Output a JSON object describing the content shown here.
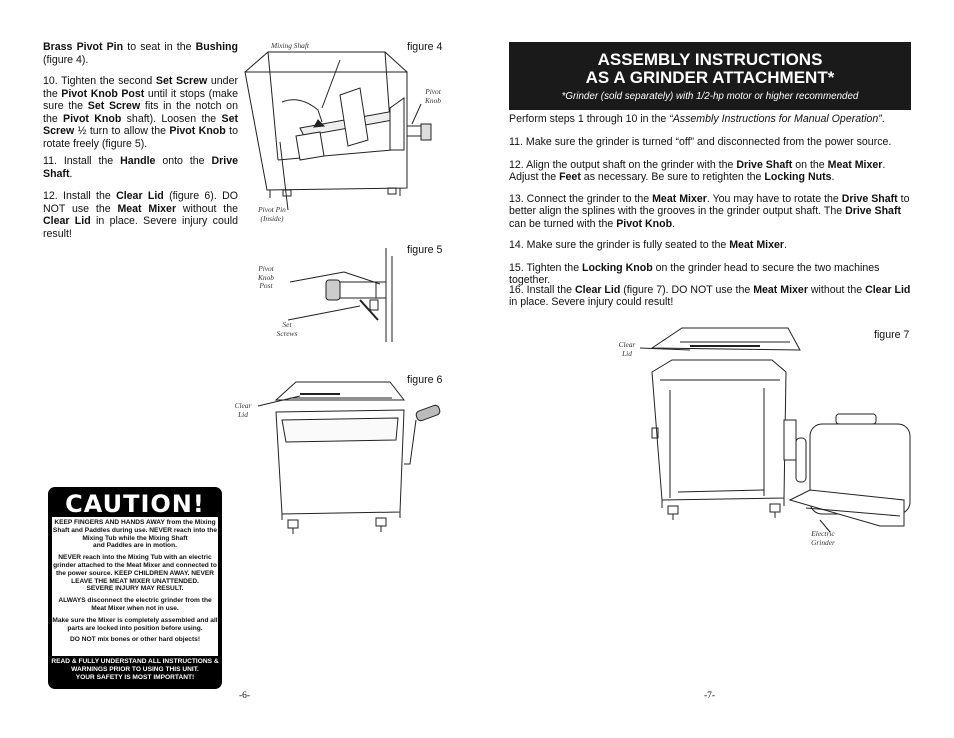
{
  "left": {
    "p1": [
      {
        "t": "Brass Pivot Pin",
        "b": true
      },
      {
        "t": " to seat in the ",
        "b": false
      },
      {
        "t": "Bushing",
        "b": true
      },
      {
        "t": " (figure 4).",
        "b": false
      }
    ],
    "p10": [
      {
        "t": "10.  Tighten the second ",
        "b": false
      },
      {
        "t": "Set Screw",
        "b": true
      },
      {
        "t": " under the ",
        "b": false
      },
      {
        "t": "Pivot Knob Post",
        "b": true
      },
      {
        "t": " until it stops (make sure the ",
        "b": false
      },
      {
        "t": "Set Screw",
        "b": true
      },
      {
        "t": " fits in the notch on the ",
        "b": false
      },
      {
        "t": "Pivot Knob",
        "b": true
      },
      {
        "t": " shaft).  Loosen the ",
        "b": false
      },
      {
        "t": "Set Screw",
        "b": true
      },
      {
        "t": " ½ turn to allow the ",
        "b": false
      },
      {
        "t": "Pivot Knob",
        "b": true
      },
      {
        "t": " to rotate freely (figure 5).",
        "b": false
      }
    ],
    "p11": [
      {
        "t": "11.  Install the ",
        "b": false
      },
      {
        "t": "Handle",
        "b": true
      },
      {
        "t": " onto the ",
        "b": false
      },
      {
        "t": "Drive Shaft",
        "b": true
      },
      {
        "t": ".",
        "b": false
      }
    ],
    "p12": [
      {
        "t": "12. Install the ",
        "b": false
      },
      {
        "t": "Clear Lid",
        "b": true
      },
      {
        "t": " (figure 6).  DO NOT use the ",
        "b": false
      },
      {
        "t": "Meat Mixer",
        "b": true
      },
      {
        "t": " without the ",
        "b": false
      },
      {
        "t": "Clear Lid",
        "b": true
      },
      {
        "t": " in place.  Severe injury could result!",
        "b": false
      }
    ],
    "figure4": {
      "label": "figure 4",
      "mixing_shaft": "Mixing Shaft",
      "pivot_knob": "Pivot\nKnob",
      "pivot_pin": "Pivot Pin\n(Inside)"
    },
    "figure5": {
      "label": "figure 5",
      "pivot_knob_post": "Pivot\nKnob\nPost",
      "set_screws": "Set\nScrews"
    },
    "figure6": {
      "label": "figure 6",
      "clear_lid": "Clear\nLid"
    },
    "caution": {
      "title": "CAUTION!",
      "lines": [
        "KEEP FINGERS AND HANDS AWAY from the Mixing",
        "Shaft and Paddles during use.  NEVER reach into the",
        "Mixing Tub while the Mixing Shaft",
        "and Paddles are in motion.",
        "",
        "NEVER reach into the Mixing Tub with an electric",
        "grinder attached to the Meat Mixer and connected to",
        "the power source.  KEEP CHILDREN AWAY.  NEVER",
        "LEAVE THE MEAT MIXER UNATTENDED.",
        "SEVERE INJURY MAY RESULT.",
        "",
        "ALWAYS disconnect the electric grinder from the",
        "Meat Mixer when not in use.",
        "",
        "Make sure the Mixer is completely assembled and all",
        "parts are locked into position before using.",
        "",
        "DO NOT mix bones or other hard objects!"
      ],
      "footer": [
        "READ & FULLY UNDERSTAND  ALL INSTRUCTIONS &",
        "WARNINGS PRIOR TO USING THIS UNIT.",
        "YOUR SAFETY IS MOST IMPORTANT!"
      ]
    },
    "page_number": "-6-"
  },
  "right": {
    "header_title_1": "ASSEMBLY INSTRUCTIONS",
    "header_title_2": "AS A GRINDER ATTACHMENT*",
    "header_sub": "*Grinder (sold separately) with 1/2-hp motor or higher recommended",
    "intro": [
      {
        "t": "Perform steps 1 through 10 in the ",
        "b": false
      },
      {
        "t": "“Assembly Instructions for Manual Operation”",
        "i": true
      },
      {
        "t": ".",
        "b": false
      }
    ],
    "s11": [
      {
        "t": "11.  Make sure the grinder is turned “off” and disconnected from the power source.",
        "b": false
      }
    ],
    "s12": [
      {
        "t": "12.  Align the output shaft on the grinder with the ",
        "b": false
      },
      {
        "t": "Drive Shaft",
        "b": true
      },
      {
        "t": " on the ",
        "b": false
      },
      {
        "t": "Meat Mixer",
        "b": true
      },
      {
        "t": ".  Adjust the ",
        "b": false
      },
      {
        "t": "Feet",
        "b": true
      },
      {
        "t": " as necessary.  Be sure to retighten the ",
        "b": false
      },
      {
        "t": "Locking Nuts",
        "b": true
      },
      {
        "t": ".",
        "b": false
      }
    ],
    "s13": [
      {
        "t": "13.  Connect the grinder to the ",
        "b": false
      },
      {
        "t": "Meat Mixer",
        "b": true
      },
      {
        "t": ".  You may have to rotate the ",
        "b": false
      },
      {
        "t": "Drive Shaft",
        "b": true
      },
      {
        "t": " to better align the splines with the grooves in the grinder  output shaft.  The ",
        "b": false
      },
      {
        "t": "Drive Shaft",
        "b": true
      },
      {
        "t": " can be turned with the ",
        "b": false
      },
      {
        "t": "Pivot Knob",
        "b": true
      },
      {
        "t": ".",
        "b": false
      }
    ],
    "s14": [
      {
        "t": "14.  Make sure the grinder is fully seated to the ",
        "b": false
      },
      {
        "t": "Meat Mixer",
        "b": true
      },
      {
        "t": ".",
        "b": false
      }
    ],
    "s15": [
      {
        "t": "15.  Tighten the ",
        "b": false
      },
      {
        "t": "Locking Knob",
        "b": true
      },
      {
        "t": " on the grinder head to secure the two machines together.",
        "b": false
      }
    ],
    "s16": [
      {
        "t": "16. Install the ",
        "b": false
      },
      {
        "t": "Clear Lid",
        "b": true
      },
      {
        "t": " (figure 7).  DO NOT use the ",
        "b": false
      },
      {
        "t": "Meat Mixer",
        "b": true
      },
      {
        "t": " without the ",
        "b": false
      },
      {
        "t": "Clear Lid",
        "b": true
      },
      {
        "t": " in place.  Severe injury could result!",
        "b": false
      }
    ],
    "figure7": {
      "label": "figure 7",
      "clear_lid": "Clear\nLid",
      "electric_grinder": "Electric\nGrinder"
    },
    "page_number": "-7-"
  }
}
